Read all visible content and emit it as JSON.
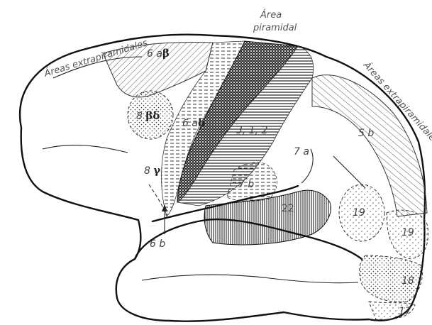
{
  "header_left": "Áreas extrapiramidales",
  "header_center_line1": "Área",
  "header_center_line2": "piramidal",
  "header_right": "Áreas extrapiramidales",
  "areas": {
    "a6ab_prefix": "6 a",
    "a6ab_greek": "β",
    "a8bd_prefix": "8 ",
    "a8bd_greek": "βδ",
    "a6ad_prefix": "6 a",
    "a6ad_greek": "δ",
    "a312": "3, 1, 2",
    "a5b": "5 b",
    "a7a": "7 a",
    "a7b": "7 b",
    "a8g_prefix": "8 ",
    "a8g_greek": "γ",
    "a22": "22",
    "a19_center": "19",
    "a19_right": "19",
    "a18": "18",
    "a17": "17",
    "a6b": "6 b"
  }
}
